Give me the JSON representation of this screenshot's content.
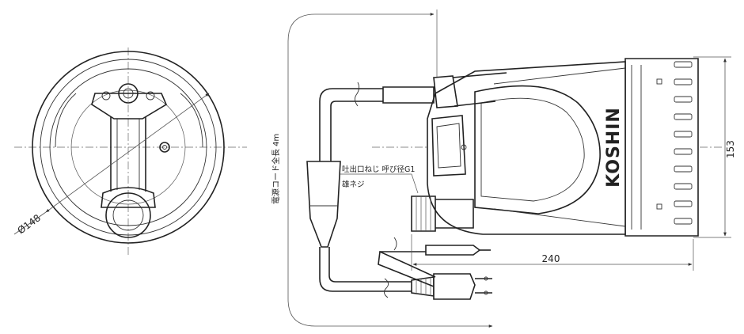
{
  "drawing": {
    "brand_logo": "KOSHIN",
    "top_view_diameter": "Ø148",
    "cord_length_label": "電源コード全長 4m",
    "outlet_label": "吐出口ねじ 呼び径G1",
    "thread_label": "雄ネジ",
    "height_dim": "153",
    "length_dim": "240"
  }
}
